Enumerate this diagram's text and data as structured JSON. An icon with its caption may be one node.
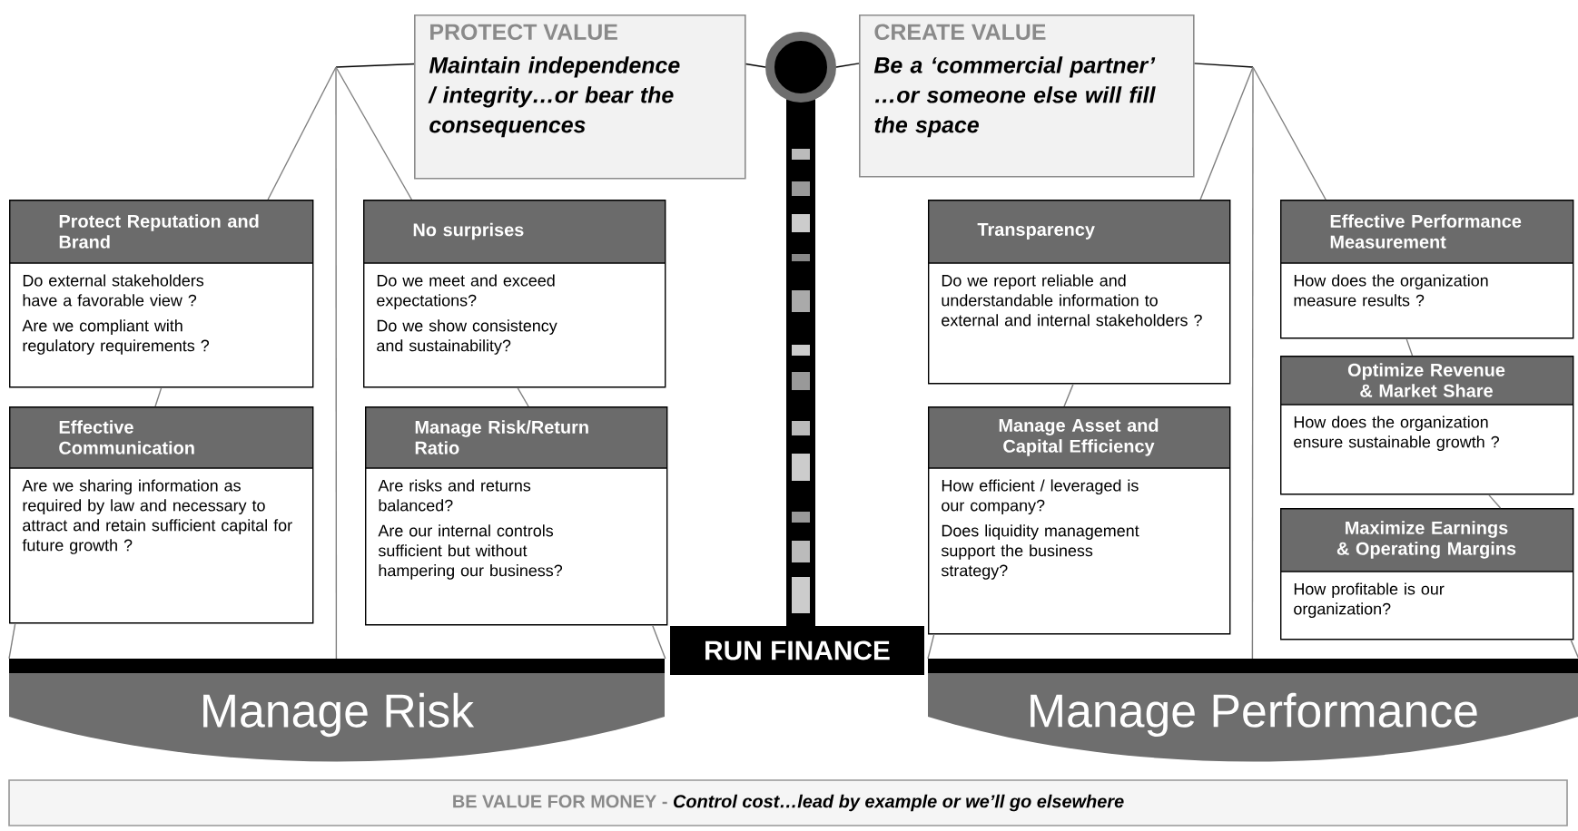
{
  "diagram": {
    "nodes": [
      {
        "text": [
          "PROTECT VALUE",
          "Maintain independence / integrity…or bear the consequences"
        ]
      },
      {
        "text": [],
        "shape": "circle"
      },
      {
        "text": [
          "CREATE VALUE",
          "Be a ‘commercial partner’ …or someone else will fill the space"
        ]
      },
      {
        "text": [
          "Protect Reputation and Brand",
          "Do external stakeholders have a favorable view ?",
          "Are we compliant with regulatory requirements ?"
        ]
      },
      {
        "text": [
          "No surprises",
          "Do we meet and exceed expectations?",
          "Do we show consistency and sustainability?"
        ]
      },
      {
        "text": [
          "Transparency",
          "Do we report reliable and understandable information to external and internal stakeholders ?"
        ]
      },
      {
        "text": [
          "Effective Performance Measurement",
          "How does the organization measure results ?"
        ]
      },
      {
        "text": [
          "Effective Communication",
          "Are we sharing information as required by law and necessary to attract and retain sufficient capital for future growth ?"
        ]
      },
      {
        "text": [
          "Manage Risk/Return Ratio",
          "Are risks and returns balanced?",
          "Are our internal controls sufficient but without hampering our business?"
        ]
      },
      {
        "text": [
          "Manage Asset and Capital Efficiency",
          "How efficient / leveraged is our company?",
          "Does liquidity management support the business strategy?"
        ]
      },
      {
        "text": [
          "Optimize Revenue & Market Share",
          "How does the organization ensure sustainable growth ?"
        ]
      },
      {
        "text": [
          "Maximize Earnings & Operating Margins",
          "How profitable is our organization?"
        ]
      },
      {
        "text": [
          "Manage Risk"
        ]
      },
      {
        "text": [
          "RUN FINANCE"
        ]
      },
      {
        "text": [
          "Manage Performance"
        ]
      },
      {
        "text": [
          "BE VALUE FOR MONEY -",
          "Control cost…lead by example or we’ll go elsewhere"
        ]
      }
    ],
    "edges": [
      {
        "from": null,
        "to": 0,
        "arrow": "none",
        "color": "#000000"
      },
      {
        "from": 0,
        "to": 1,
        "arrow": "none",
        "color": "#000000"
      },
      {
        "from": 1,
        "to": 2,
        "arrow": "none",
        "color": "#000000"
      },
      {
        "from": 2,
        "to": null,
        "arrow": "none",
        "color": "#000000"
      },
      {
        "from": null,
        "to": 3,
        "arrow": "none"
      },
      {
        "from": null,
        "to": 4,
        "arrow": "none"
      },
      {
        "from": null,
        "to": 12,
        "arrow": "none"
      },
      {
        "from": 3,
        "to": 7,
        "arrow": "none"
      },
      {
        "from": 4,
        "to": 8,
        "arrow": "none"
      },
      {
        "from": 7,
        "to": 12,
        "arrow": "none"
      },
      {
        "from": 8,
        "to": 12,
        "arrow": "none"
      },
      {
        "from": null,
        "to": 5,
        "arrow": "none"
      },
      {
        "from": null,
        "to": 6,
        "arrow": "none"
      },
      {
        "from": null,
        "to": 14,
        "arrow": "none"
      },
      {
        "from": 5,
        "to": 9,
        "arrow": "none"
      },
      {
        "from": 6,
        "to": 10,
        "arrow": "none"
      },
      {
        "from": 10,
        "to": 11,
        "arrow": "none"
      },
      {
        "from": 9,
        "to": 14,
        "arrow": "none"
      },
      {
        "from": 11,
        "to": 14,
        "arrow": "none"
      }
    ]
  }
}
